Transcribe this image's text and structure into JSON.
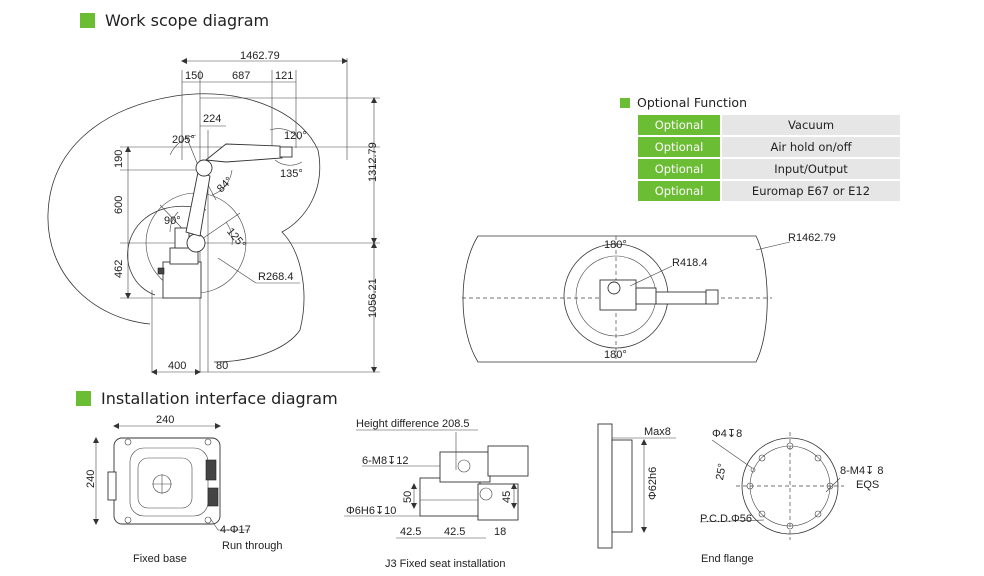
{
  "sections": {
    "work_scope": "Work scope diagram",
    "installation": "Installation interface diagram",
    "optional": "Optional Function"
  },
  "optional_rows": [
    {
      "tag": "Optional",
      "value": "Vacuum"
    },
    {
      "tag": "Optional",
      "value": "Air hold on/off"
    },
    {
      "tag": "Optional",
      "value": "Input/Output"
    },
    {
      "tag": "Optional",
      "value": "Euromap E67 or E12"
    }
  ],
  "side_view": {
    "total_width": "1462.79",
    "d150": "150",
    "d687": "687",
    "d121": "121",
    "d224": "224",
    "a205": "205°",
    "a120": "120°",
    "a135": "135°",
    "a84": "84°",
    "a90": "90°",
    "a125": "125°",
    "d190": "190",
    "d600": "600",
    "d462": "462",
    "height_total": "1312.79",
    "height_lower": "1056.21",
    "radius_inner": "R268.4",
    "d400": "400",
    "d80": "80"
  },
  "top_view": {
    "radius_outer": "R1462.79",
    "radius_inner": "R418.4",
    "angle_top": "180°",
    "angle_bottom": "180°"
  },
  "fixed_base": {
    "width": "240",
    "height": "240",
    "holes": "4-Φ17",
    "holes_note": "Run through",
    "caption": "Fixed base"
  },
  "j3_seat": {
    "height_diff": "Height difference 208.5",
    "thread": "6-M8↧12",
    "pin": "Φ6H6↧10",
    "d50": "50",
    "d45": "45",
    "d42a": "42.5",
    "d42b": "42.5",
    "d18": "18",
    "caption": "J3 Fixed seat installation"
  },
  "end_flange": {
    "max": "Max8",
    "diameter": "Φ62h6",
    "pin_hole": "Φ4↧8",
    "angle": "25°",
    "thread": "8-M4↧ 8",
    "eqs": "EQS",
    "pcd": "P.C.D.Φ56",
    "caption": "End flange"
  }
}
